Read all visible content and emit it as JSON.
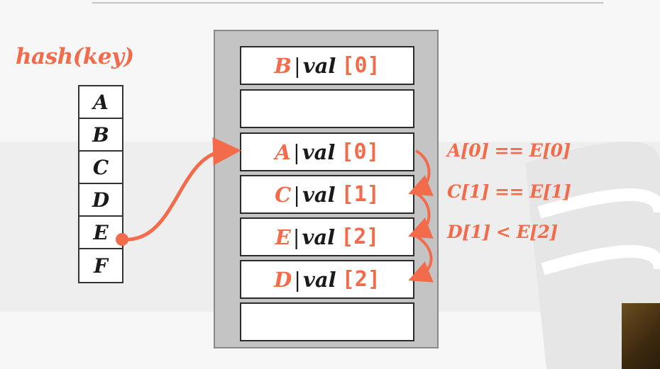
{
  "hash_label": "hash(key)",
  "keys": [
    "A",
    "B",
    "C",
    "D",
    "E",
    "F"
  ],
  "slots": [
    {
      "key": "B",
      "sep": "|",
      "val": "val",
      "idx": "[0]"
    },
    {
      "key": "",
      "sep": "",
      "val": "",
      "idx": ""
    },
    {
      "key": "A",
      "sep": "|",
      "val": "val",
      "idx": "[0]"
    },
    {
      "key": "C",
      "sep": "|",
      "val": "val",
      "idx": "[1]"
    },
    {
      "key": "E",
      "sep": "|",
      "val": "val",
      "idx": "[2]"
    },
    {
      "key": "D",
      "sep": "|",
      "val": "val",
      "idx": "[2]"
    },
    {
      "key": "",
      "sep": "",
      "val": "",
      "idx": ""
    }
  ],
  "comparisons": [
    "A[0] == E[0]",
    "C[1] == E[1]",
    "D[1] < E[2]"
  ],
  "colors": {
    "accent": "#f26b4a",
    "border": "#2b2b2b",
    "table_fill": "#c4c4c4"
  }
}
